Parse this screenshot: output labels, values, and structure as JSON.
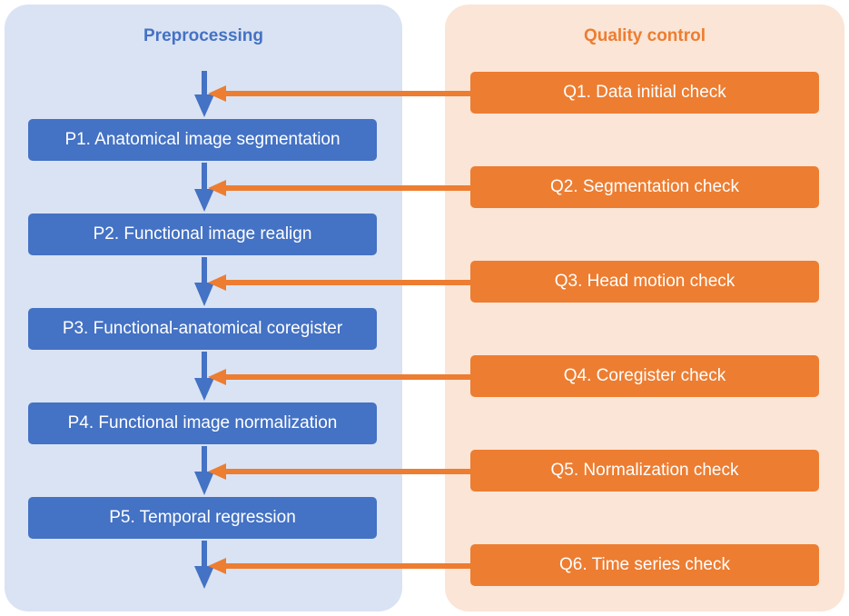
{
  "colors": {
    "preprocessing_panel_bg": "#dae3f3",
    "quality_panel_bg": "#fbe5d6",
    "preprocessing_accent": "#4472c4",
    "quality_accent": "#ed7d31"
  },
  "preprocessing": {
    "title": "Preprocessing",
    "steps": [
      "P1. Anatomical image segmentation",
      "P2. Functional image realign",
      "P3. Functional-anatomical coregister",
      "P4. Functional image normalization",
      "P5. Temporal regression"
    ]
  },
  "quality_control": {
    "title": "Quality control",
    "checks": [
      "Q1. Data initial check",
      "Q2. Segmentation check",
      "Q3. Head motion check",
      "Q4. Coregister check",
      "Q5. Normalization check",
      "Q6. Time series check"
    ]
  },
  "edges": [
    {
      "from": "Q1. Data initial check",
      "to": "P1. Anatomical image segmentation"
    },
    {
      "from": "Q2. Segmentation check",
      "to": "P2. Functional image realign"
    },
    {
      "from": "Q3. Head motion check",
      "to": "P3. Functional-anatomical coregister"
    },
    {
      "from": "Q4. Coregister check",
      "to": "P4. Functional image normalization"
    },
    {
      "from": "Q5. Normalization check",
      "to": "P5. Temporal regression"
    },
    {
      "from": "Q6. Time series check",
      "to": "end"
    }
  ]
}
